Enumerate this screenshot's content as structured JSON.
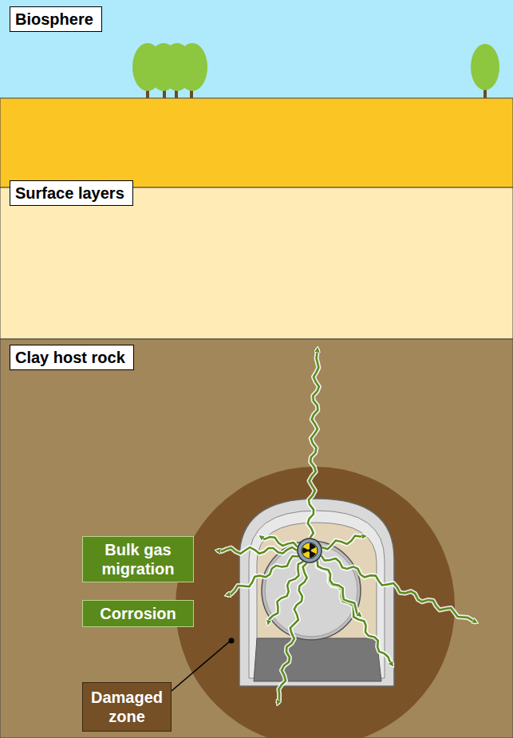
{
  "diagram": {
    "nodes": [
      {
        "text": [
          "Biosphere"
        ]
      },
      {
        "text": [
          "Surface layers"
        ]
      },
      {
        "text": [
          "Clay host rock"
        ]
      },
      {
        "text": [
          "Bulk gas migration"
        ]
      },
      {
        "text": [
          "Corrosion"
        ]
      },
      {
        "text": [
          "Damaged zone"
        ]
      }
    ]
  }
}
